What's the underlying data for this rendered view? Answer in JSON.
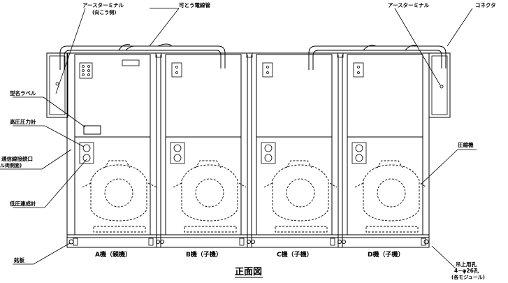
{
  "labels": {
    "earth_terminal_left": "アースターミナル",
    "earth_terminal_left_sub": "(向こう側)",
    "flexible_conduit": "可とう電線管",
    "earth_terminal_right": "アースターミナル",
    "connector": "コネクタ",
    "model_label": "型名ラベル",
    "high_pressure_gauge": "高圧圧力計",
    "comm_line_port": "通信線接続口",
    "comm_line_port_sub": "ル両側面)",
    "compressor": "圧縮機",
    "low_pressure_gauge": "低圧連成計",
    "nameplate": "銘板",
    "lifting_hole": "吊上用孔",
    "lifting_hole_spec": "4−φ26孔",
    "lifting_hole_sub": "(各モジュール)"
  },
  "modules": [
    {
      "caption": "A機（親機）"
    },
    {
      "caption": "B機（子機）"
    },
    {
      "caption": "C機（子機）"
    },
    {
      "caption": "D機（子機）"
    }
  ],
  "view_title": "正面図"
}
